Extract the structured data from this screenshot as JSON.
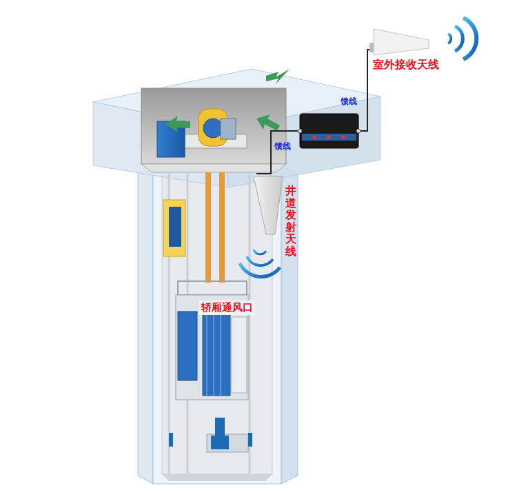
{
  "diagram": {
    "labels": [
      "室外接收天线",
      "馈线",
      "馈线",
      "井道发射天线",
      "轿厢通风口"
    ]
  }
}
